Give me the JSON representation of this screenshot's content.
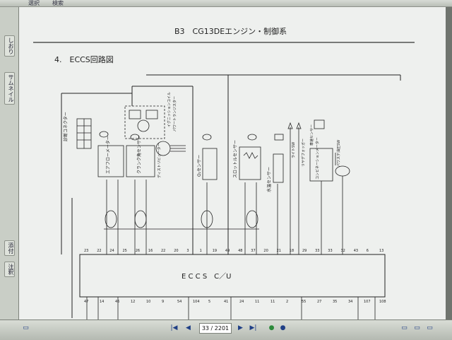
{
  "toolbar": {
    "items": [
      "選択",
      "検索"
    ]
  },
  "sidebar": {
    "tabs": [
      "しおり",
      "サムネイル",
      "注釈",
      "添付"
    ]
  },
  "document": {
    "header": "B3　CG13DEエンジン・制御系",
    "section_title": "4.　ECCS回路図",
    "ecu_label": "E C C S　C／U",
    "component_labels": [
      "診断コネクター",
      "エアフローメーター",
      "クランク角センサー",
      "パワートランジスター",
      "ディストリビューター",
      "O₂センサー",
      "スロットルセンサー",
      "水温センサー",
      "ライトSW",
      "リヤデフォッガー",
      "車速センサー",
      "コンビネーションメーター",
      "パワステ油圧SW",
      "イグニッションコイル"
    ],
    "pin_row_top": [
      "23",
      "22",
      "24",
      "25",
      "26",
      "16",
      "22",
      "20",
      "3",
      "1",
      "19",
      "49",
      "48",
      "37",
      "20",
      "21",
      "18",
      "29",
      "33",
      "33",
      "32",
      "43",
      "6",
      "13"
    ],
    "pin_row_bottom": [
      "47",
      "14",
      "46",
      "12",
      "10",
      "9",
      "54",
      "104",
      "5",
      "41",
      "24",
      "11",
      "11",
      "2",
      "55",
      "27",
      "35",
      "34",
      "107",
      "108"
    ]
  },
  "statusbar": {
    "page_indicator": "33 / 2201"
  }
}
